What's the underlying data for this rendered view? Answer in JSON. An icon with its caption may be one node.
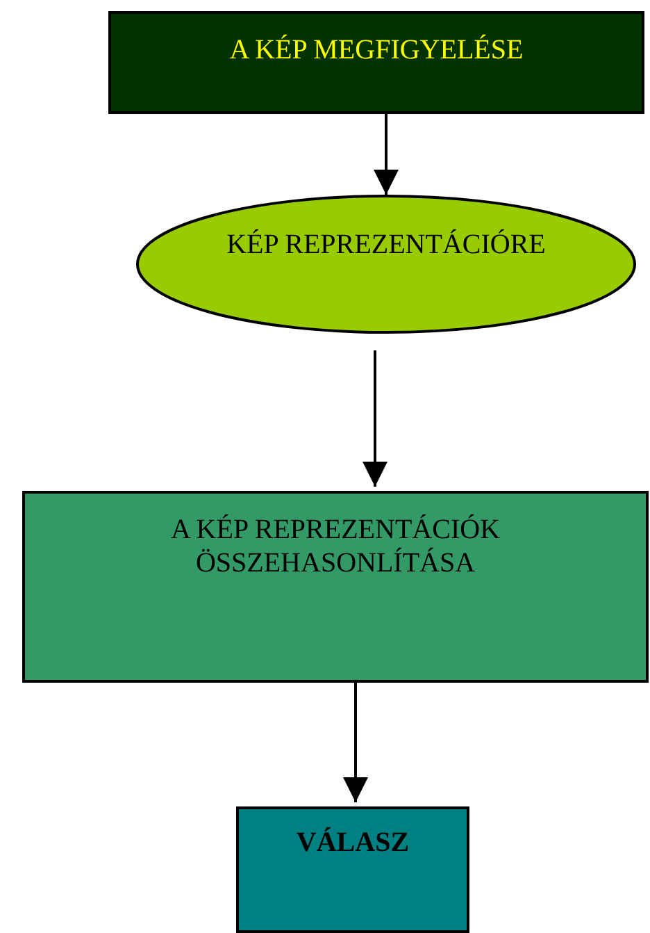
{
  "diagram": {
    "nodes": [
      {
        "text": [
          "A KÉP MEGFIGYELÉSE"
        ]
      },
      {
        "text": [
          "KÉP REPREZENTÁCIÓRE"
        ]
      },
      {
        "text": [
          "A KÉP REPREZENTÁCIÓK ÖSSZEHASONLÍTÁSA"
        ]
      },
      {
        "text": [
          "VÁLASZ"
        ]
      }
    ],
    "edges": [
      {
        "from": 0,
        "to": 1,
        "arrow": "to"
      },
      {
        "from": 1,
        "to": 2,
        "arrow": "to"
      },
      {
        "from": 2,
        "to": 3,
        "arrow": "to"
      }
    ]
  }
}
